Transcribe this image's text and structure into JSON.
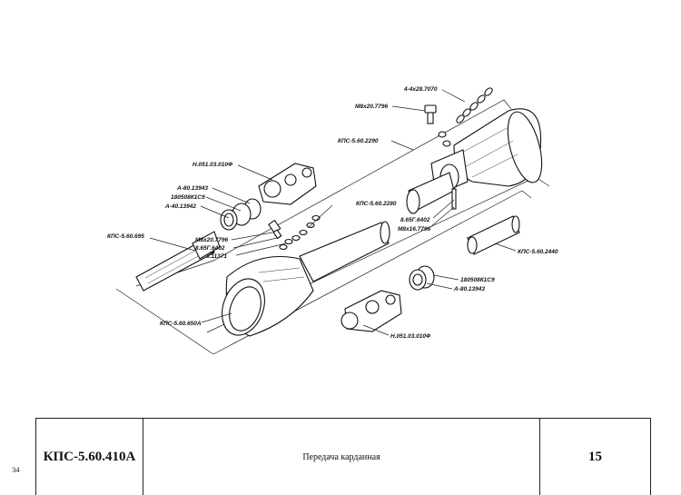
{
  "drawing": {
    "callouts": {
      "chain": "4-4x28.7070",
      "bolt_top": "M8x20.7796",
      "kps_2290": "КПС-5.60.2290",
      "fork_top": "Н.051.03.010Ф",
      "ring_13943_left": "А-80.13943",
      "bearing_left": "180508К1С9",
      "ring_13942": "А-40.13942",
      "kps_2280": "КПС-5.60.2280",
      "kps_695": "КПС-5.60.695",
      "bolt_mid": "M8x20.7796",
      "pin_6402_mid": "8.65Г.6402",
      "pin_11371": "8.11371",
      "pin_6402_right": "8.65Г.6402",
      "bolt_right": "M8x16.7796",
      "kps_2440": "КПС-5.60.2440",
      "bearing_right": "180508К1С9",
      "ring_13943_right": "А-80.13943",
      "kps_650a": "КПС-5.60.650А",
      "fork_bottom": "Н.051.03.010Ф"
    }
  },
  "title_block": {
    "code": "КПС-5.60.410А",
    "name": "Передача карданная",
    "sheet": "15"
  },
  "page_number": "34"
}
